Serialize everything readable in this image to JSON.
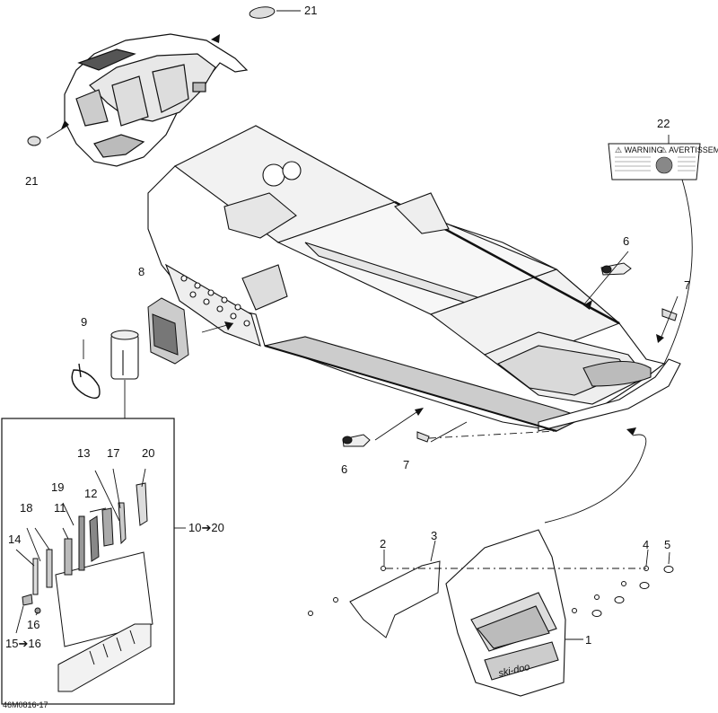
{
  "diagram": {
    "reference_code": "46M0816-17",
    "callouts": {
      "c21_top": "21",
      "c21_left": "21",
      "c22": "22",
      "c6_right": "6",
      "c7_right": "7",
      "c8": "8",
      "c9": "9",
      "c6_bottom": "6",
      "c7_bottom": "7",
      "c13": "13",
      "c17": "17",
      "c20": "20",
      "c19": "19",
      "c12": "12",
      "c18": "18",
      "c11": "11",
      "c14": "14",
      "c16": "16",
      "c15_16": "15➔16",
      "c10_20": "10➔20",
      "c2": "2",
      "c3": "3",
      "c4": "4",
      "c5": "5",
      "c1": "1"
    },
    "decal_text": {
      "warning_left": "⚠ WARNING",
      "warning_right": "⚠ AVERTISSEMENT"
    },
    "flap_logo": "ski-doo"
  }
}
